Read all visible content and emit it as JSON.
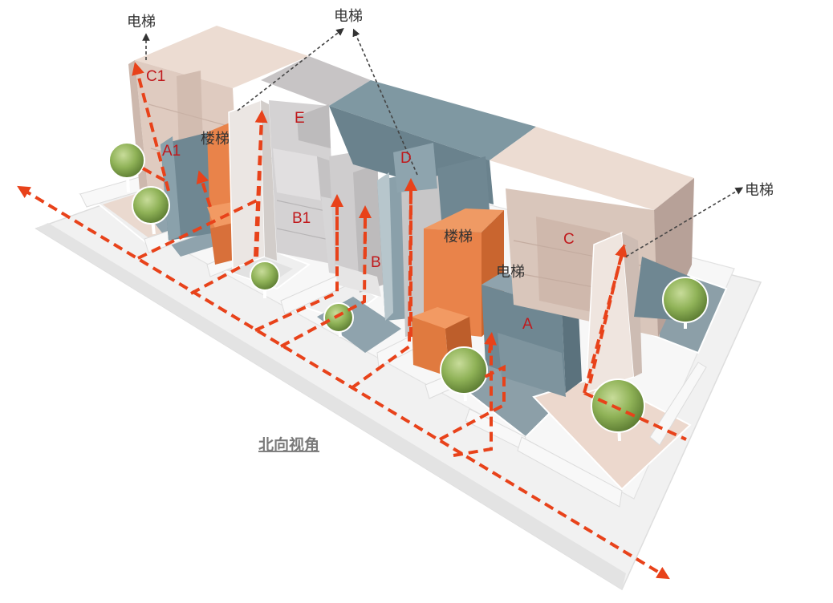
{
  "caption": "北向视角",
  "labels": {
    "c1": "C1",
    "a1": "A1",
    "e": "E",
    "d": "D",
    "b1": "B1",
    "b": "B",
    "c": "C",
    "a": "A"
  },
  "stairs": {
    "left": "楼梯",
    "right": "楼梯"
  },
  "elevators": {
    "top_left": "电梯",
    "top_center": "电梯",
    "right": "电梯",
    "mid": "电梯"
  },
  "colors": {
    "route": "#e8421a",
    "label": "#c0191c",
    "stair": "#e9834a",
    "pink_block": "#e4d2c8",
    "grey_block": "#c9c6c7",
    "blue_block": "#7f98a2"
  }
}
